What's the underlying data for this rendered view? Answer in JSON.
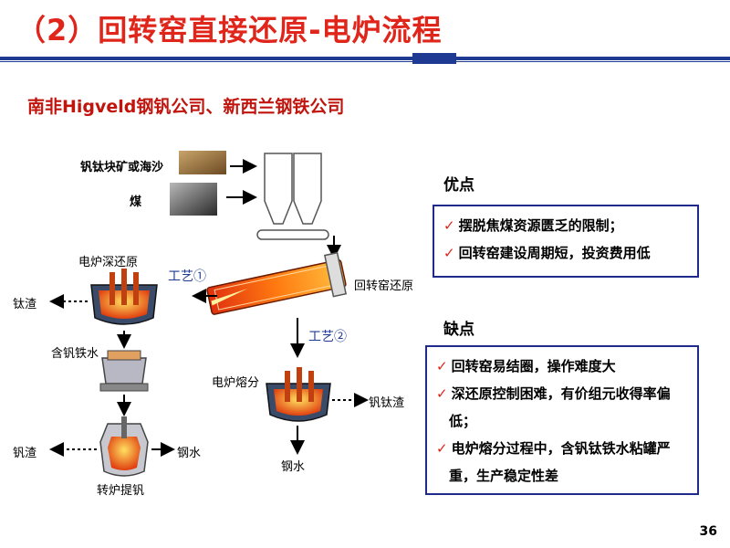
{
  "header": {
    "title": "（2）回转窑直接还原-电炉流程",
    "subtitle": "南非Higveld钢钒公司、新西兰钢铁公司"
  },
  "diagram": {
    "inputs": {
      "ore": "钒钛块矿或海沙",
      "coal": "煤"
    },
    "kiln_label": "回转窑还原",
    "process1": "工艺①",
    "process2": "工艺②",
    "route1": {
      "deep_reduction": "电炉深还原",
      "slag": "钛渣",
      "vanadium_iron": "含钒铁水",
      "converter": "转炉提钒",
      "v_slag": "钒渣",
      "steel": "钢水"
    },
    "route2": {
      "smelting": "电炉熔分",
      "slag": "钒钛渣",
      "steel": "钢水"
    }
  },
  "advantages": {
    "heading": "优点",
    "items": [
      "摆脱焦煤资源匮乏的限制；",
      "回转窑建设周期短，投资费用低"
    ]
  },
  "disadvantages": {
    "heading": "缺点",
    "items": [
      "回转窑易结圈，操作难度大",
      "深还原控制困难，有价组元收得率偏低；",
      "电炉熔分过程中，含钒钛铁水粘罐严重，生产稳定性差"
    ]
  },
  "footer": {
    "page_number": "36"
  }
}
